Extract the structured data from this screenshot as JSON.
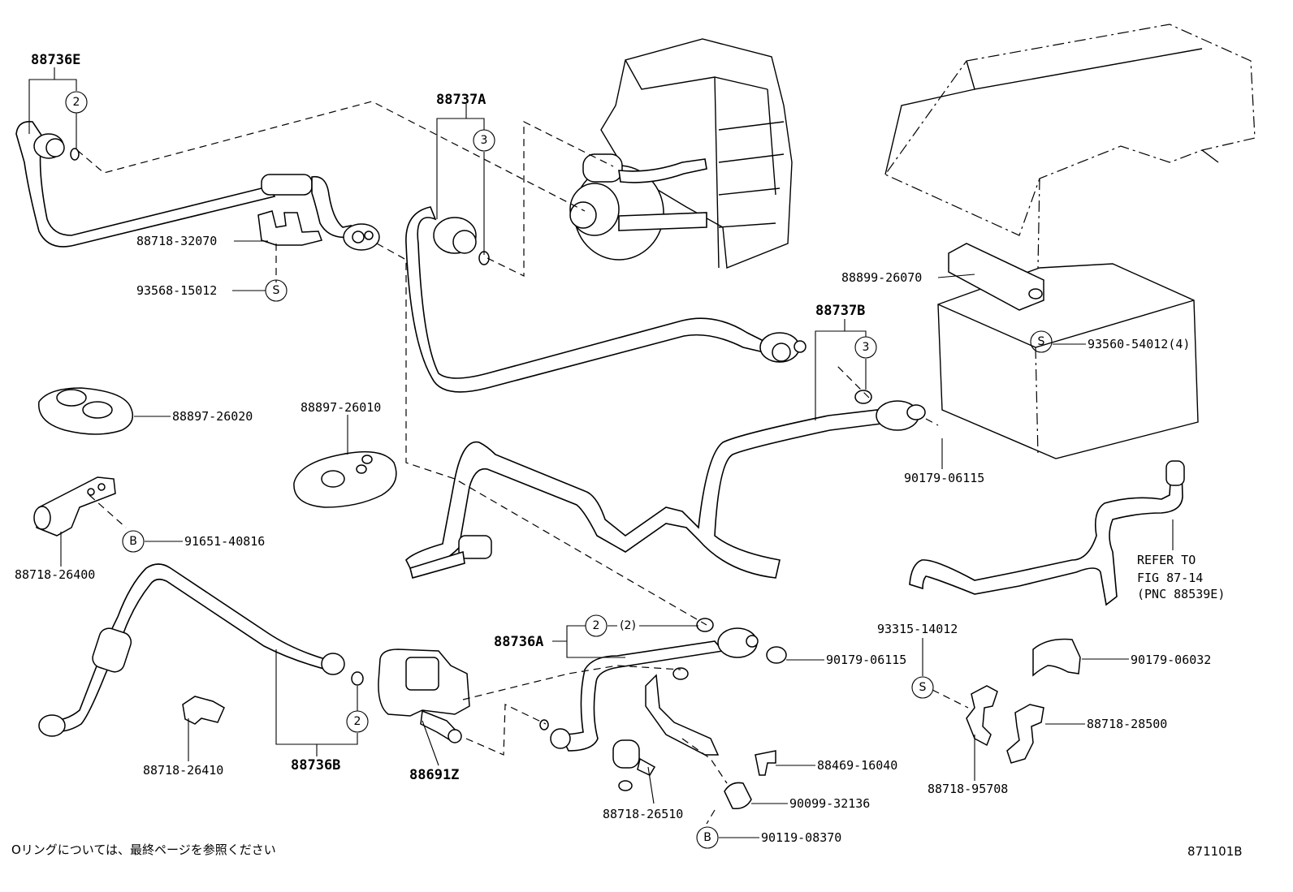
{
  "labels": {
    "p88736E": "88736E",
    "p88737A": "88737A",
    "p88718_32070": "88718-32070",
    "p93568_15012": "93568-15012",
    "p88899_26070": "88899-26070",
    "p88737B": "88737B",
    "p93560_54012": "93560-54012(4)",
    "p88897_26020": "88897-26020",
    "p88897_26010": "88897-26010",
    "p90179_06115_a": "90179-06115",
    "p91651_40816": "91651-40816",
    "p88718_26400": "88718-26400",
    "refer_line1": "REFER TO",
    "refer_line2": "FIG 87-14",
    "refer_line3": "(PNC 88539E)",
    "p88736A": "88736A",
    "p93315_14012": "93315-14012",
    "p90179_06115_b": "90179-06115",
    "p90179_06032": "90179-06032",
    "p88718_28500": "88718-28500",
    "p88718_26410": "88718-26410",
    "p88736B": "88736B",
    "p88691Z": "88691Z",
    "p88469_16040": "88469-16040",
    "p88718_95708": "88718-95708",
    "p88718_26510": "88718-26510",
    "p90099_32136": "90099-32136",
    "p90119_08370": "90119-08370"
  },
  "callouts": {
    "c2_e": "2",
    "c3_a": "3",
    "cS_1": "S",
    "c3_b": "3",
    "cS_2": "S",
    "cB_1": "B",
    "c2_a": "2",
    "c2_a_paren": "(2)",
    "cS_3": "S",
    "c2_b": "2",
    "cB_2": "B"
  },
  "footer": {
    "note": "Oリングについては、最終ページを参照ください",
    "figure_code": "871101B"
  }
}
